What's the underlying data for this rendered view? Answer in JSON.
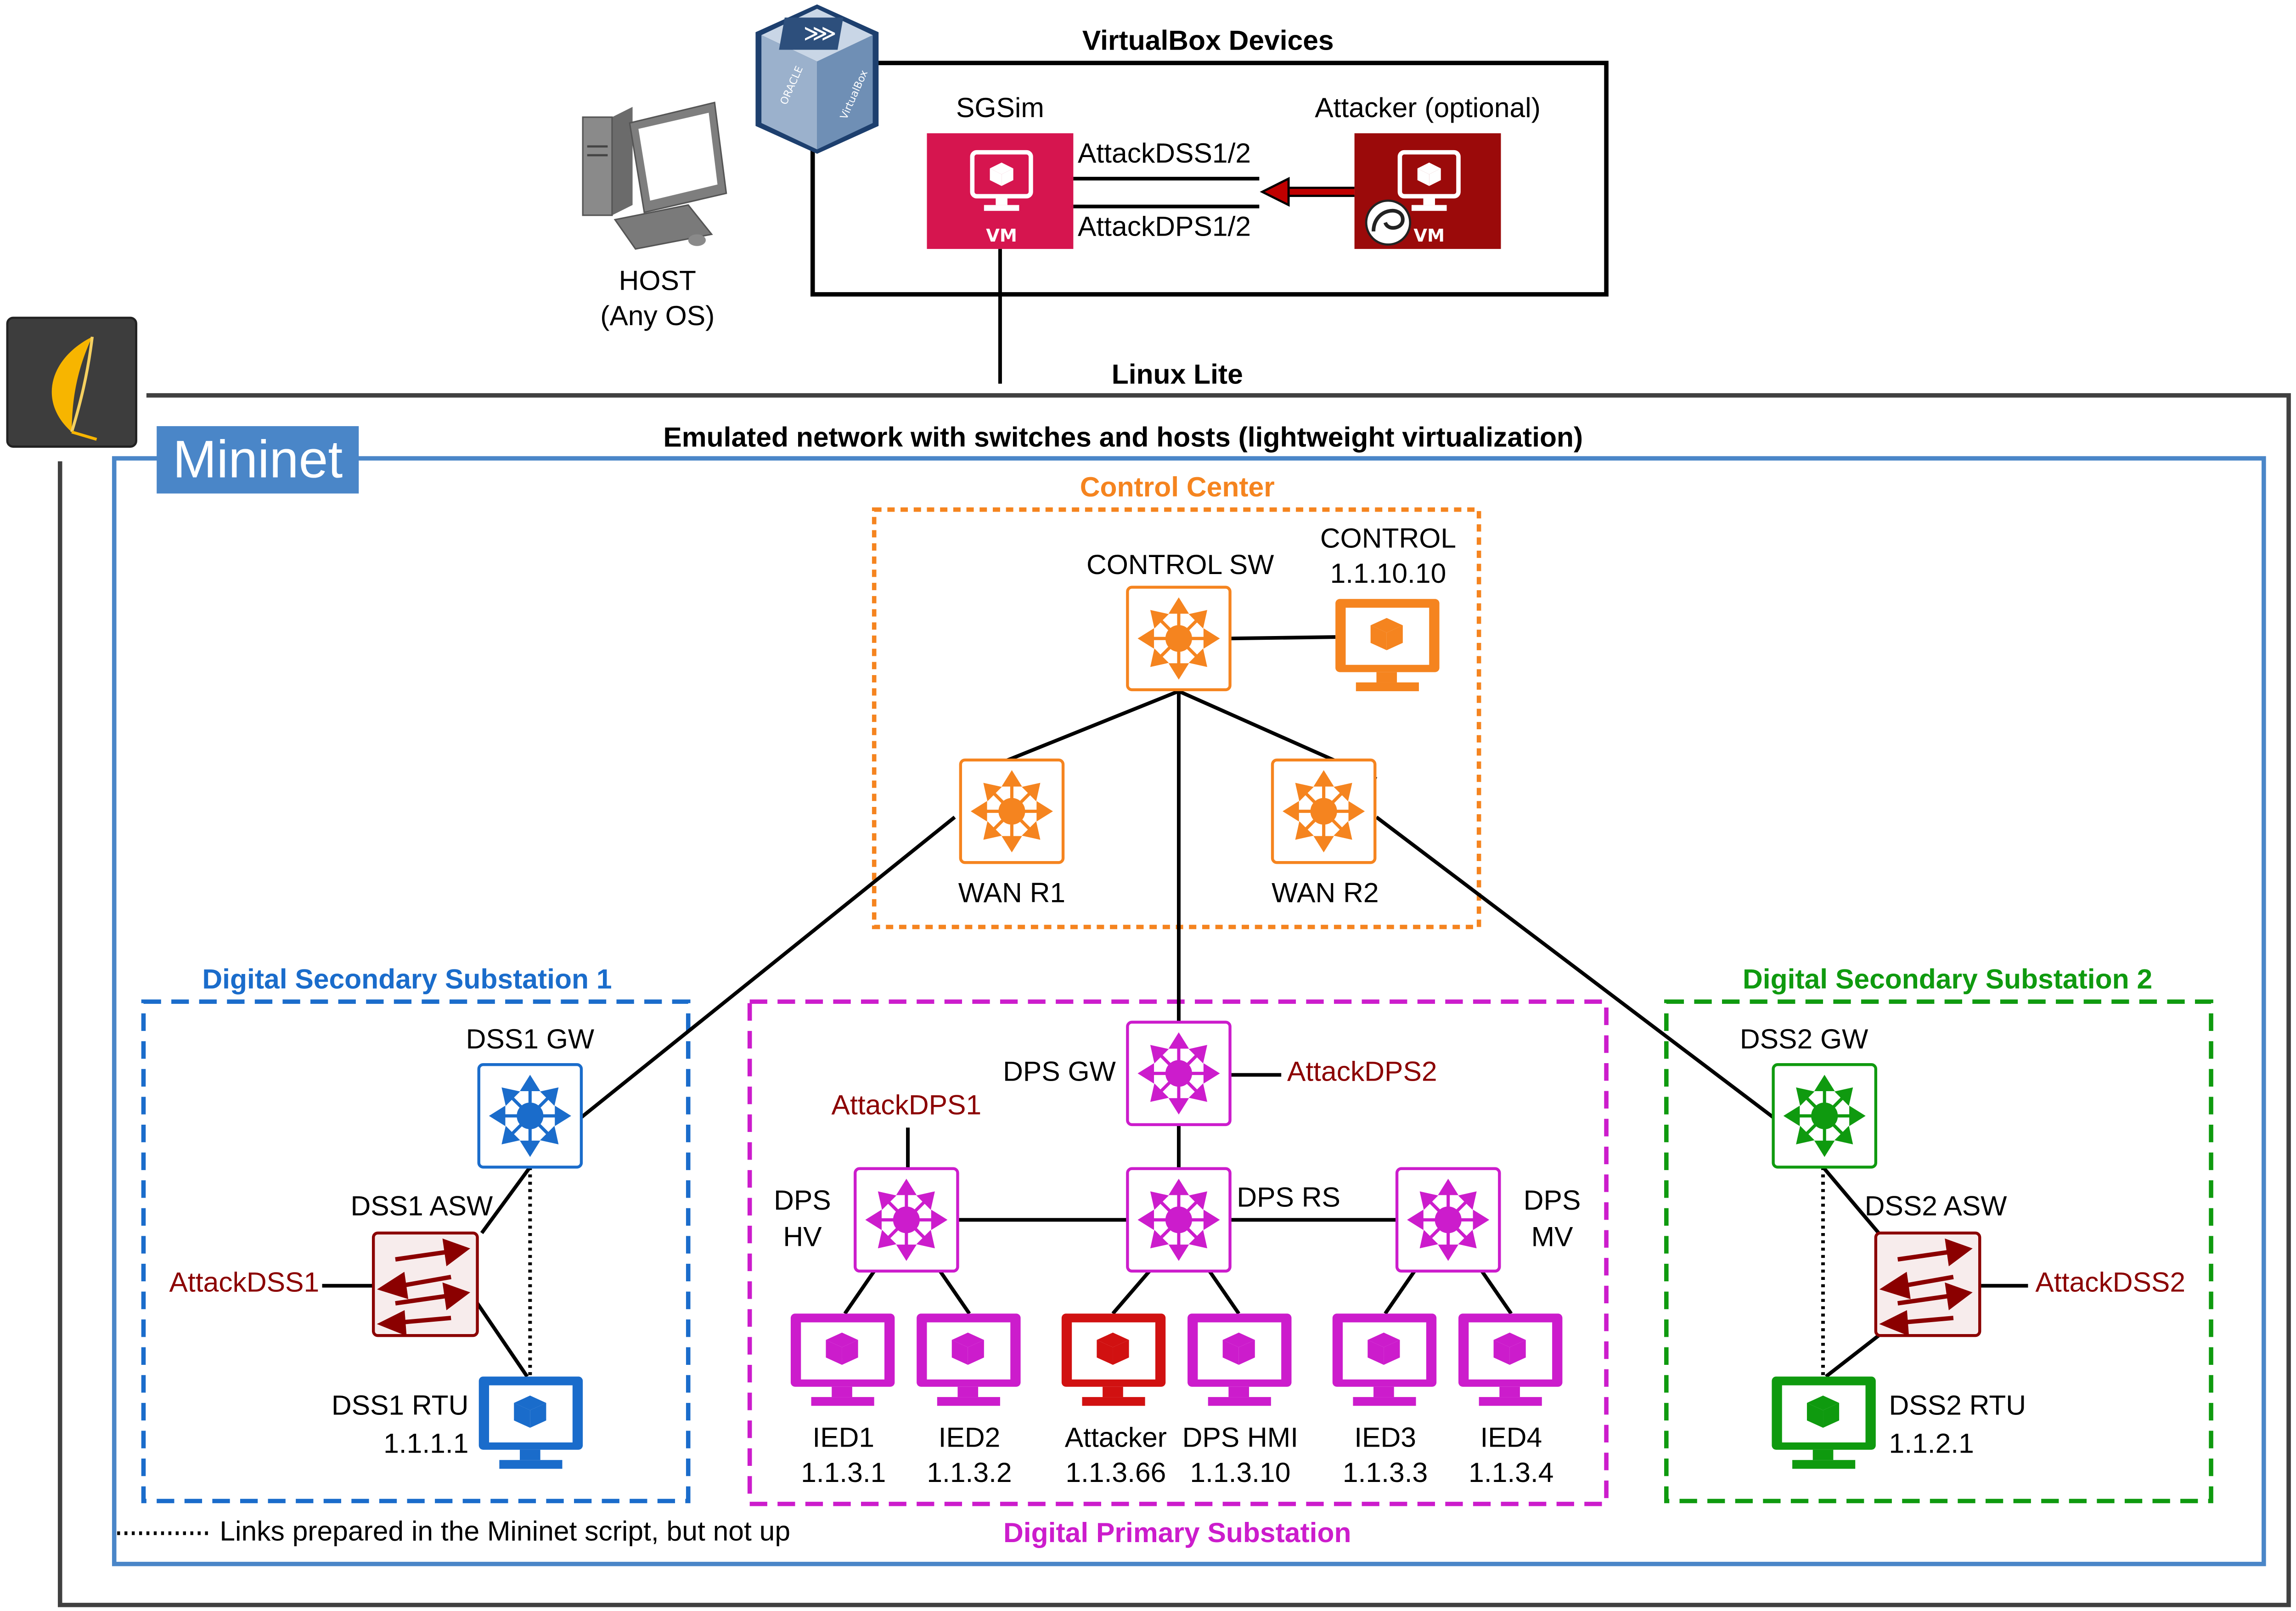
{
  "virtualbox": {
    "title": "VirtualBox Devices",
    "logo_text": [
      "ORACLE",
      "VirtualBox"
    ],
    "sgsim_label": "SGSim",
    "attacker_label": "Attacker (optional)",
    "vm_badge": "VM",
    "attack_dss_label": "AttackDSS1/2",
    "attack_dps_label": "AttackDPS1/2"
  },
  "host": {
    "label_line1": "HOST",
    "label_line2": "(Any OS)"
  },
  "linux": {
    "title": "Linux Lite"
  },
  "mininet": {
    "logo": "Mininet",
    "title": "Emulated network with switches and hosts (lightweight virtualization)"
  },
  "control_center": {
    "title": "Control Center",
    "control_sw": "CONTROL SW",
    "control_host_line1": "CONTROL",
    "control_host_line2": "1.1.10.10",
    "wan_r1": "WAN R1",
    "wan_r2": "WAN R2"
  },
  "dss1": {
    "title": "Digital Secondary Substation 1",
    "gw": "DSS1 GW",
    "asw": "DSS1 ASW",
    "attack": "AttackDSS1",
    "rtu_line1": "DSS1 RTU",
    "rtu_line2": "1.1.1.1"
  },
  "dss2": {
    "title": "Digital Secondary Substation 2",
    "gw": "DSS2 GW",
    "asw": "DSS2 ASW",
    "attack": "AttackDSS2",
    "rtu_line1": "DSS2 RTU",
    "rtu_line2": "1.1.2.1"
  },
  "dps": {
    "title": "Digital Primary Substation",
    "gw": "DPS GW",
    "attack_dps2": "AttackDPS2",
    "attack_dps1": "AttackDPS1",
    "hv_line1": "DPS",
    "hv_line2": "HV",
    "rs": "DPS RS",
    "mv_line1": "DPS",
    "mv_line2": "MV",
    "hosts": [
      {
        "name": "IED1",
        "ip": "1.1.3.1"
      },
      {
        "name": "IED2",
        "ip": "1.1.3.2"
      },
      {
        "name": "Attacker",
        "ip": "1.1.3.66"
      },
      {
        "name": "DPS HMI",
        "ip": "1.1.3.10"
      },
      {
        "name": "IED3",
        "ip": "1.1.3.3"
      },
      {
        "name": "IED4",
        "ip": "1.1.3.4"
      }
    ]
  },
  "legend": {
    "text": "Links prepared in the Mininet script, but not up"
  },
  "colors": {
    "control": "#f5841f",
    "dss1": "#1a6ccb",
    "dss2": "#0f9a0f",
    "dps": "#cc1ccc",
    "attack": "#8b0000",
    "sgsim_vm": "#d6154f",
    "attacker_vm": "#9b0a0a",
    "mininet": "#4a86c8",
    "dps_attacker_host": "#d11111"
  }
}
